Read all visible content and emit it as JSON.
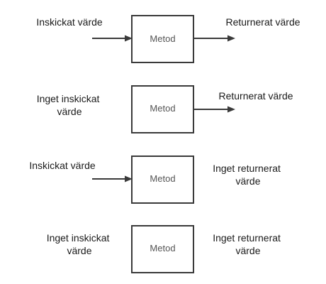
{
  "rows": [
    {
      "method_label": "Metod",
      "input_label": "Inskickat värde",
      "output_label": "Returnerat värde",
      "has_input_arrow": true,
      "has_output_arrow": true
    },
    {
      "method_label": "Metod",
      "input_label": "Inget inskickat värde",
      "output_label": "Returnerat värde",
      "has_input_arrow": false,
      "has_output_arrow": true
    },
    {
      "method_label": "Metod",
      "input_label": "Inskickat värde",
      "output_label": "Inget returnerat värde",
      "has_input_arrow": true,
      "has_output_arrow": false
    },
    {
      "method_label": "Metod",
      "input_label": "Inget inskickat värde",
      "output_label": "Inget returnerat värde",
      "has_input_arrow": false,
      "has_output_arrow": false
    }
  ]
}
